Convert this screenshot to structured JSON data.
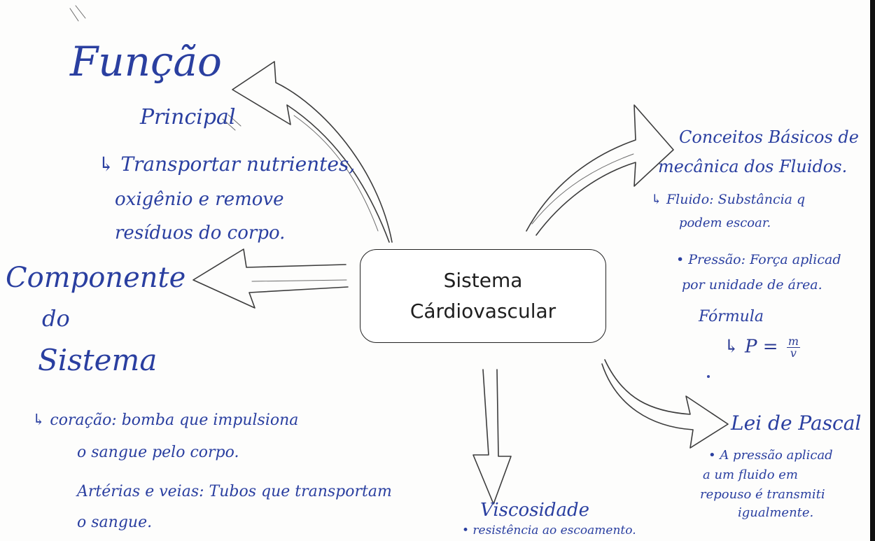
{
  "center": {
    "line1": "Sistema",
    "line2": "Cárdiovascular"
  },
  "funcao": {
    "title1": "Função",
    "title2": "Principal",
    "text_lines": [
      "↳ Transportar nutrientes,",
      "oxigênio e remove",
      "resíduos do corpo."
    ]
  },
  "componente": {
    "title1": "Componente",
    "title2": "do",
    "title3": "Sistema",
    "item1_lines": [
      "↳ coração: bomba que impulsiona",
      "o sangue pelo corpo."
    ],
    "item2_lines": [
      "Artérias e veias: Tubos que transportam",
      "o sangue."
    ]
  },
  "conceitos": {
    "title1": "Conceitos Básicos de",
    "title2": "mecânica dos Fluidos.",
    "fluido_lines": [
      "↳ Fluido: Substância q",
      "podem escoar."
    ],
    "pressao_lines": [
      "• Pressão: Força aplicad",
      "por unidade de área."
    ],
    "formula_label": "Fórmula",
    "formula": "↳ P =",
    "formula_num": "m",
    "formula_den": "v"
  },
  "pascal": {
    "title": "Lei de Pascal",
    "text_lines": [
      "• A pressão aplicad",
      "a um fluido em",
      "repouso é transmiti",
      "igualmente."
    ]
  },
  "viscosidade": {
    "title": "Viscosidade",
    "text": "• resistência ao escoamento."
  }
}
